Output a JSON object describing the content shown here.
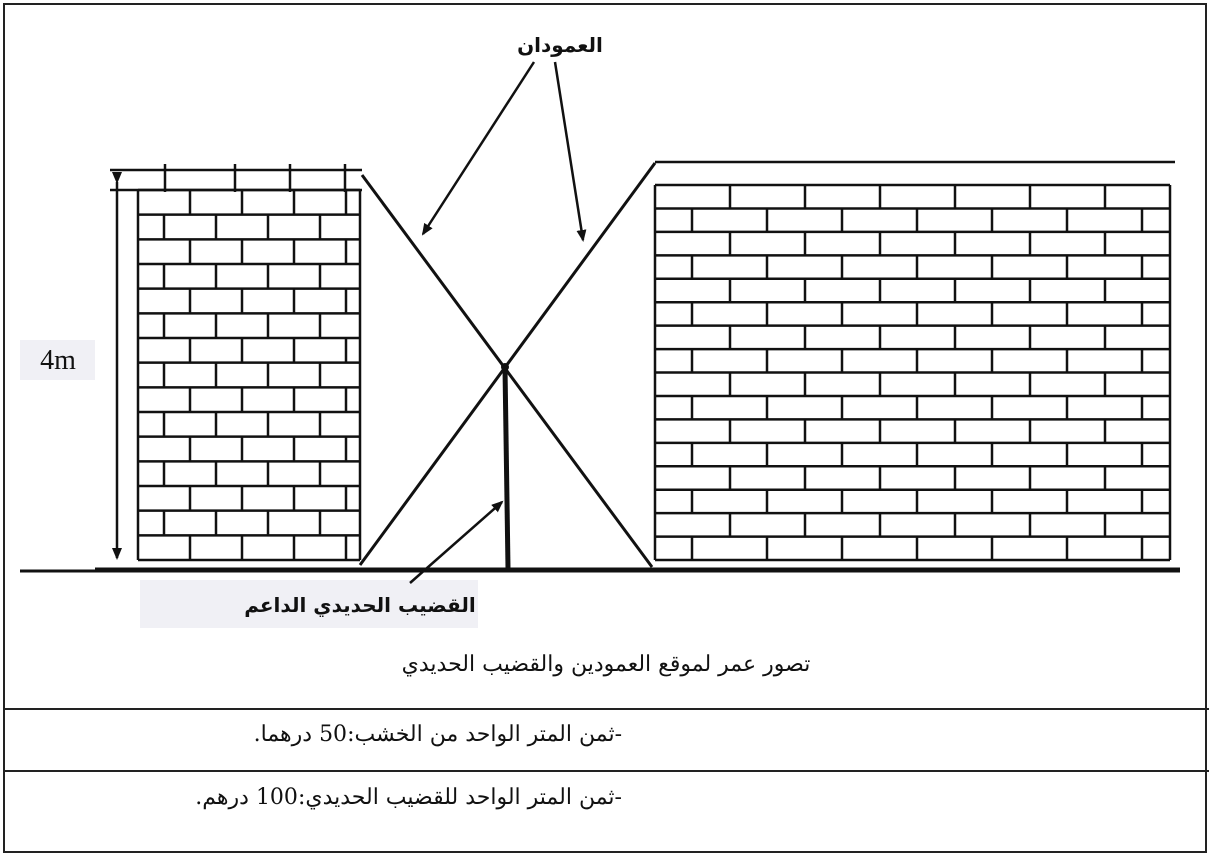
{
  "figure": {
    "columns_label": "العمودان",
    "rod_label": "القضيب الحديدي الداعم",
    "height_label": "4m"
  },
  "caption": "تصور عمر لموقع العمودين والقضيب الحديدي",
  "notes": [
    "-ثمن المتر الواحد من الخشب:50 درهما.",
    "-ثمن المتر الواحد للقضيب الحديدي:100 درهم."
  ]
}
